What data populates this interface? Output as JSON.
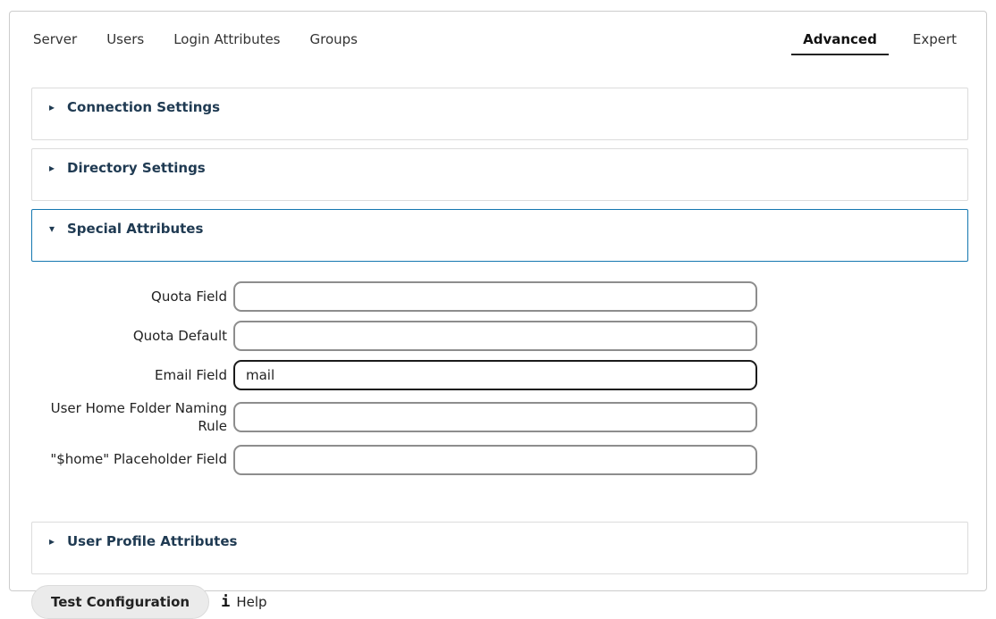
{
  "tabs": {
    "left": [
      {
        "label": "Server"
      },
      {
        "label": "Users"
      },
      {
        "label": "Login Attributes"
      },
      {
        "label": "Groups"
      }
    ],
    "right": [
      {
        "label": "Advanced",
        "active": true
      },
      {
        "label": "Expert",
        "active": false
      }
    ]
  },
  "sections": [
    {
      "title": "Connection Settings",
      "expanded": false
    },
    {
      "title": "Directory Settings",
      "expanded": false
    },
    {
      "title": "Special Attributes",
      "expanded": true
    },
    {
      "title": "User Profile Attributes",
      "expanded": false
    }
  ],
  "form": {
    "fields": [
      {
        "label": "Quota Field",
        "value": "",
        "focused": false
      },
      {
        "label": "Quota Default",
        "value": "",
        "focused": false
      },
      {
        "label": "Email Field",
        "value": "mail",
        "focused": true
      },
      {
        "label": "User Home Folder Naming Rule",
        "value": "",
        "focused": false
      },
      {
        "label": "\"$home\" Placeholder Field",
        "value": "",
        "focused": false
      }
    ]
  },
  "footer": {
    "test_button_label": "Test Configuration",
    "help_label": "Help"
  },
  "icons": {
    "triangle_collapsed": "▸",
    "triangle_expanded": "▾",
    "info": "i"
  },
  "colors": {
    "accent_border": "#1477b0",
    "section_title": "#1f3a52",
    "section_border": "#dcdcdc",
    "input_border": "#8d8d8d",
    "input_border_focused": "#1b1b1b",
    "button_bg": "#ebebeb",
    "tab_underline": "#222222"
  }
}
